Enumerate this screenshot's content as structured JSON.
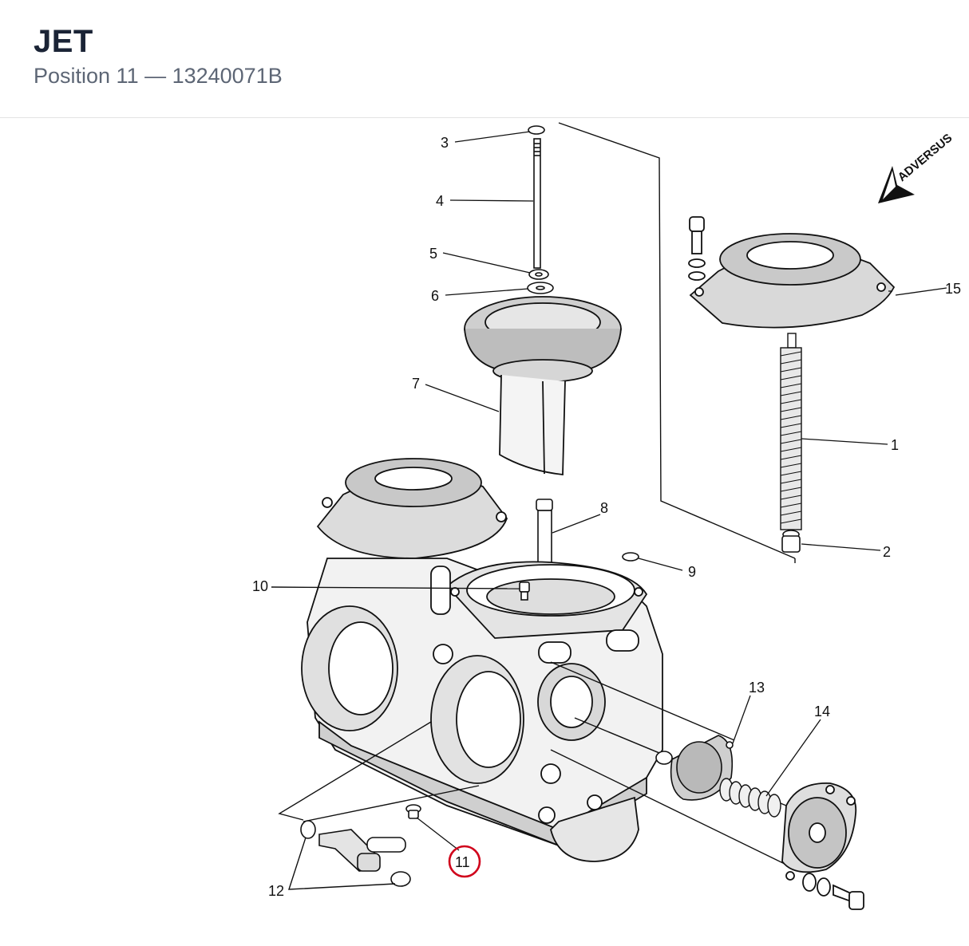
{
  "header": {
    "title": "JET",
    "subtitle": "Position 11  —  13240071B"
  },
  "logo": {
    "text": "ADVERSUS"
  },
  "diagram": {
    "highlighted_callout": "11",
    "highlight_color": "#d0021b",
    "callouts": [
      "1",
      "2",
      "3",
      "4",
      "5",
      "6",
      "7",
      "8",
      "9",
      "10",
      "11",
      "12",
      "13",
      "14",
      "15"
    ]
  }
}
